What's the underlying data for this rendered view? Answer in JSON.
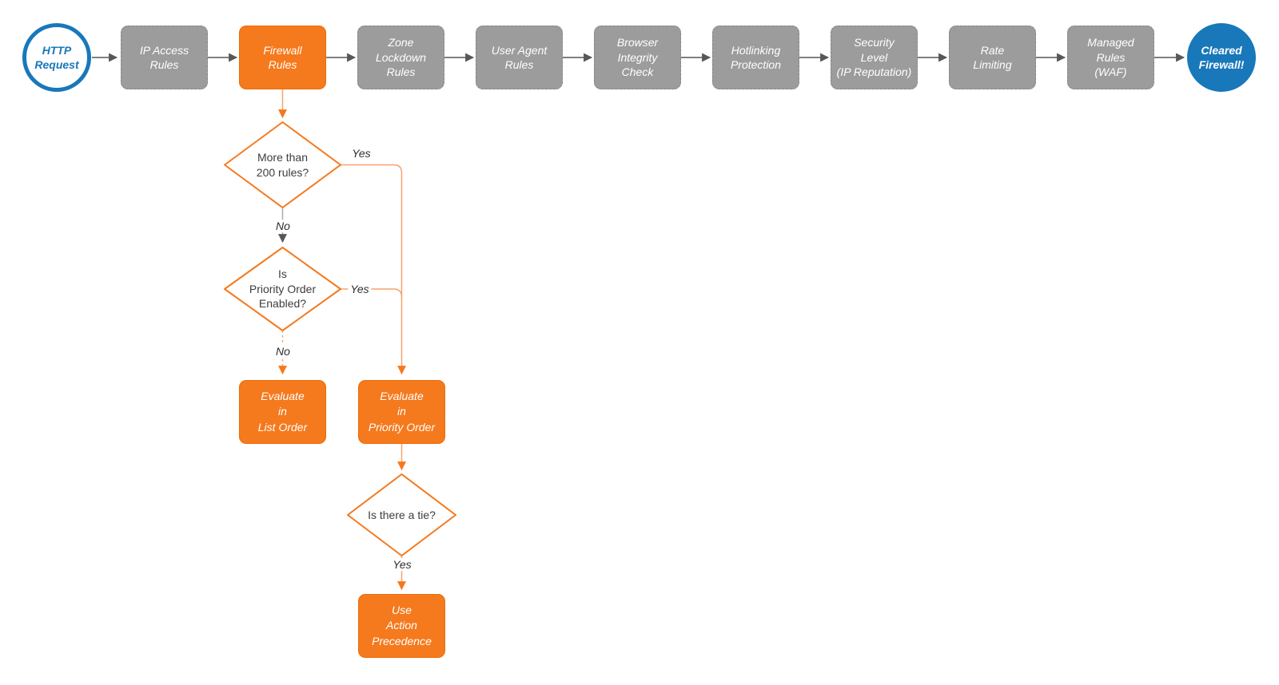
{
  "colors": {
    "accent_orange": "#f5791d",
    "accent_orange_light": "#f7a26f",
    "node_gray": "#9c9c9c",
    "line_gray": "#575757",
    "brand_blue": "#1878ba"
  },
  "pipeline": {
    "start": {
      "label": "HTTP\nRequest"
    },
    "stages": [
      {
        "label": "IP Access\nRules",
        "highlighted": false
      },
      {
        "label": "Firewall\nRules",
        "highlighted": true
      },
      {
        "label": "Zone\nLockdown\nRules",
        "highlighted": false
      },
      {
        "label": "User Agent\nRules",
        "highlighted": false
      },
      {
        "label": "Browser\nIntegrity\nCheck",
        "highlighted": false
      },
      {
        "label": "Hotlinking\nProtection",
        "highlighted": false
      },
      {
        "label": "Security\nLevel\n(IP Reputation)",
        "highlighted": false
      },
      {
        "label": "Rate\nLimiting",
        "highlighted": false
      },
      {
        "label": "Managed\nRules\n(WAF)",
        "highlighted": false
      }
    ],
    "end": {
      "label": "Cleared\nFirewall!"
    }
  },
  "branch": {
    "decisions": [
      {
        "label": "More than\n200 rules?"
      },
      {
        "label": "Is\nPriority Order\nEnabled?"
      },
      {
        "label": "Is there a tie?"
      }
    ],
    "actions": [
      {
        "label": "Evaluate\nin\nList Order"
      },
      {
        "label": "Evaluate\nin\nPriority Order"
      },
      {
        "label": "Use\nAction\nPrecedence"
      }
    ],
    "edge_labels": {
      "yes1": "Yes",
      "no1": "No",
      "yes2": "Yes",
      "no2": "No",
      "yes3": "Yes"
    }
  }
}
